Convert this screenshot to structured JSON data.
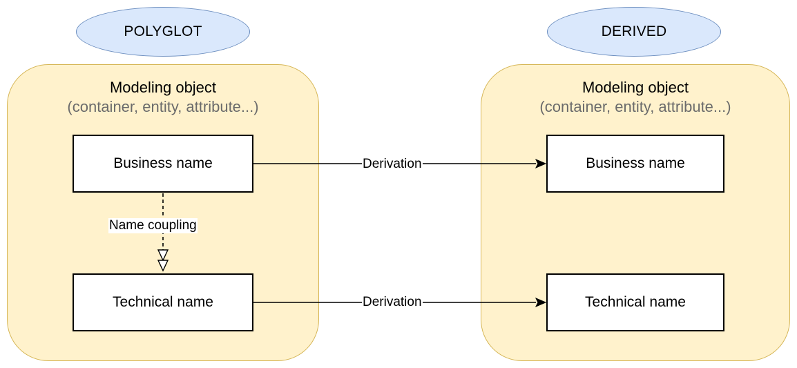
{
  "polyglot": {
    "label": "POLYGLOT",
    "container_title": "Modeling object",
    "container_subtitle": "(container, entity, attribute...)",
    "business_name": "Business name",
    "technical_name": "Technical name",
    "coupling_label": "Name coupling"
  },
  "derived": {
    "label": "DERIVED",
    "container_title": "Modeling object",
    "container_subtitle": "(container, entity, attribute...)",
    "business_name": "Business name",
    "technical_name": "Technical name"
  },
  "edges": {
    "business_derivation": "Derivation",
    "technical_derivation": "Derivation"
  },
  "colors": {
    "container_fill": "#fff2cc",
    "container_stroke": "#d6b656",
    "ellipse_fill": "#dae8fc",
    "ellipse_stroke": "#6c8ebf",
    "subtitle_text": "#6b6b6b"
  }
}
